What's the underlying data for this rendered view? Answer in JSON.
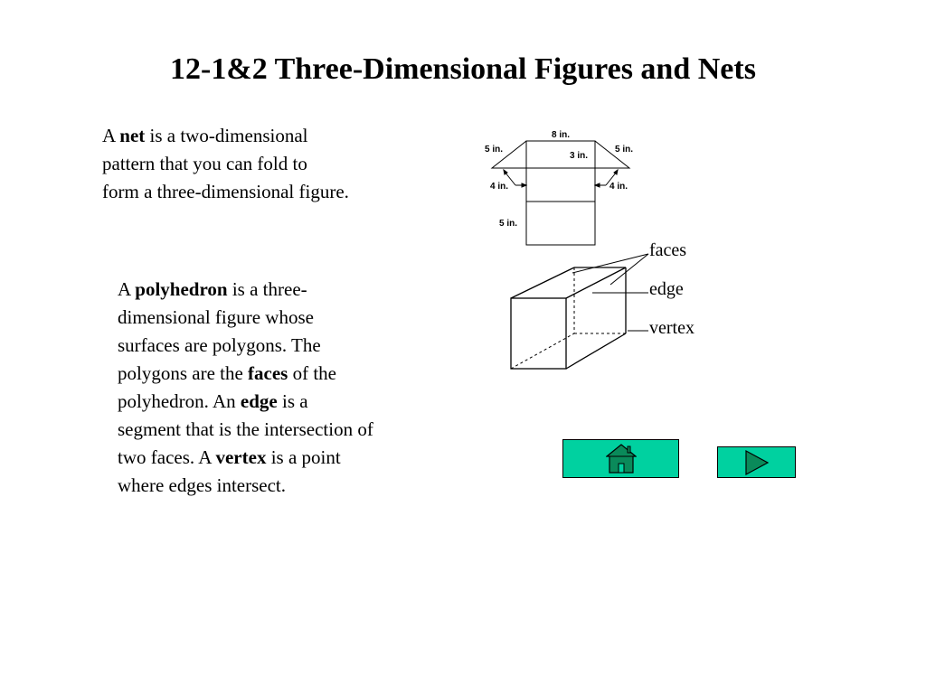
{
  "title": "12-1&2 Three-Dimensional Figures and Nets",
  "net_definition": {
    "line1": {
      "a": "A ",
      "b": "net",
      "c": " is a two-dimensional"
    },
    "line2": "pattern that you  can fold to",
    "line3": "form a three-dimensional figure."
  },
  "polyhedron_definition": {
    "line1": {
      "a": "A ",
      "b": "polyhedron",
      "c": " is a three-"
    },
    "line2": "dimensional figure whose",
    "line3": "surfaces are polygons.  The",
    "line4": {
      "a": "polygons are the ",
      "b": "faces",
      "c": " of the"
    },
    "line5": {
      "a": "polyhedron.  An ",
      "b": "edge",
      "c": " is a"
    },
    "line6": "segment that is the intersection of",
    "line7": {
      "a": "two faces.  A ",
      "b": "vertex",
      "c": " is a point"
    },
    "line8": "where edges intersect."
  },
  "net_figure": {
    "top": "8 in.",
    "left_slant": "5 in.",
    "right_slant": "5 in.",
    "middle": "3 in.",
    "left_width": "4 in.",
    "right_width": "4 in.",
    "bottom": "5 in."
  },
  "prism_labels": {
    "faces": "faces",
    "edge": "edge",
    "vertex": "vertex"
  },
  "navigation": {
    "home_icon": "home-icon",
    "next_icon": "play-arrow-icon",
    "button_color": "#00d1a0",
    "icon_color": "#0a8a5a"
  }
}
